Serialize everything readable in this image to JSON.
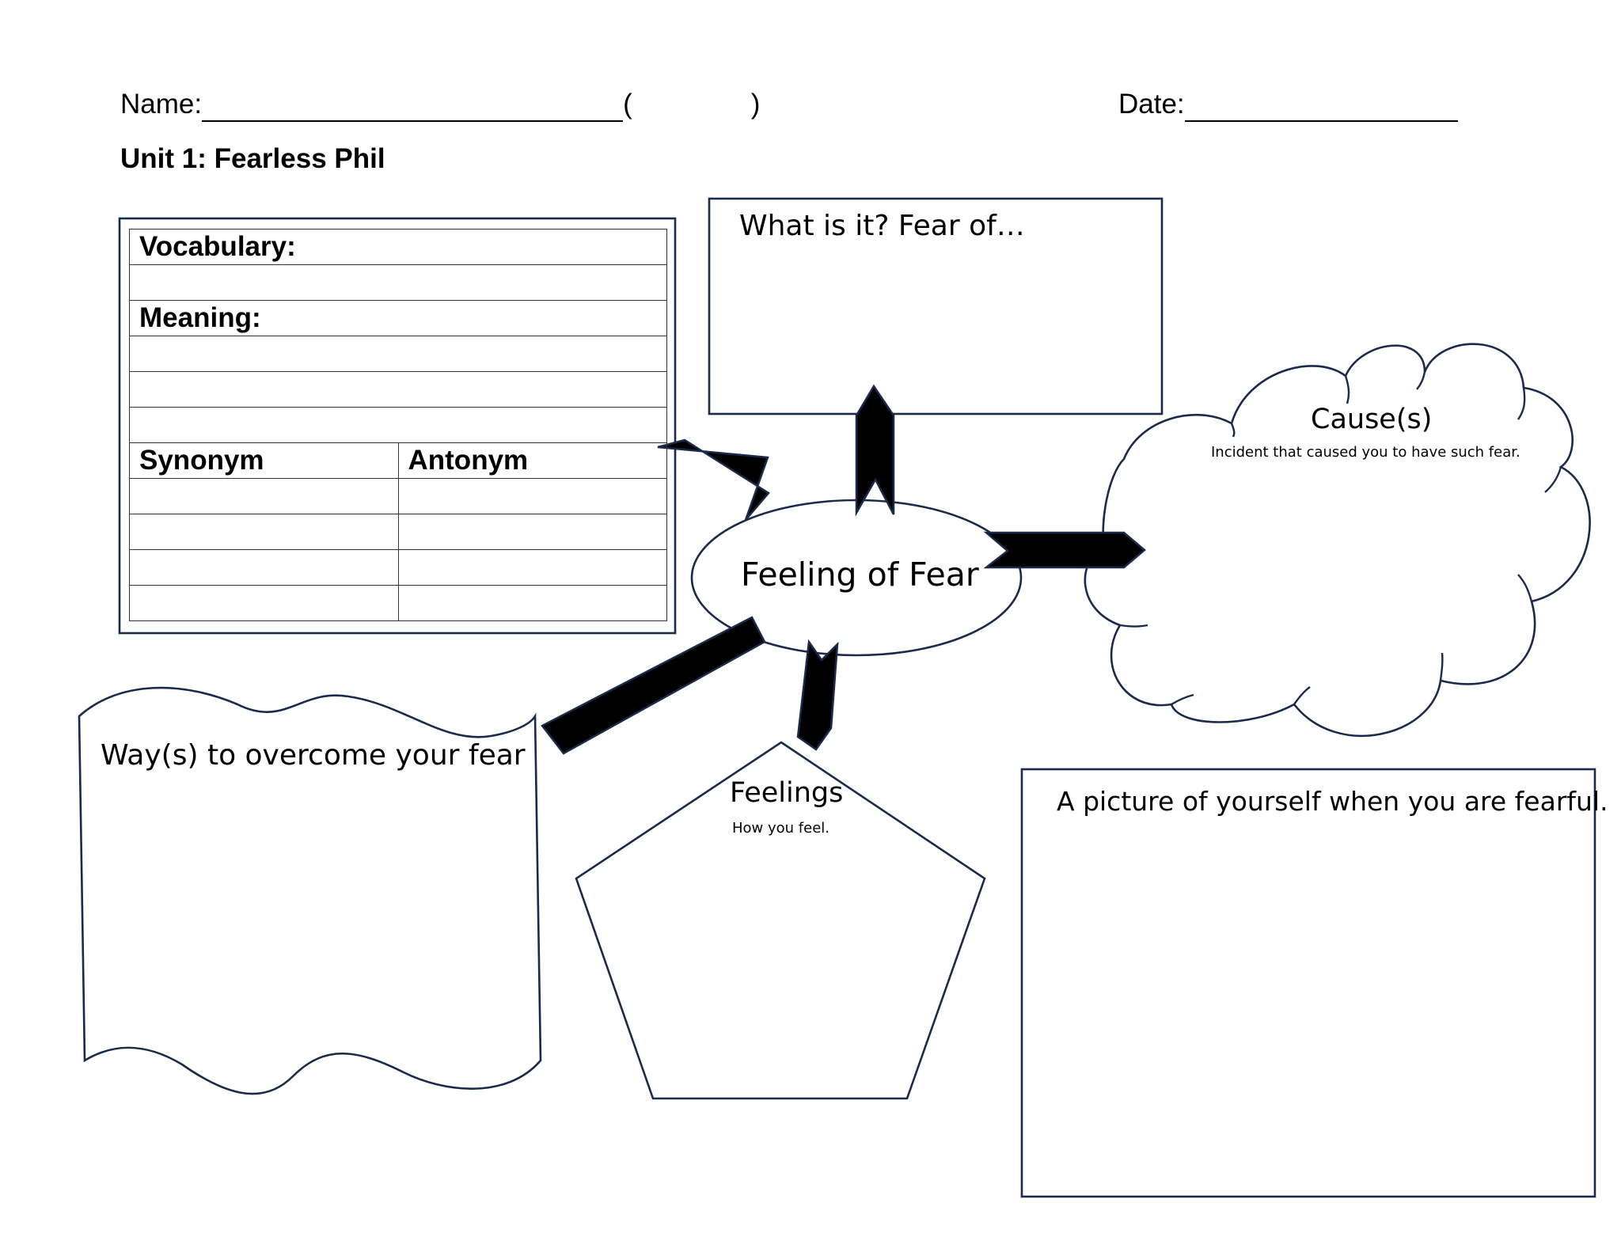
{
  "header": {
    "name_label": "Name:",
    "open_paren": "(",
    "close_paren": ")",
    "date_label": "Date:"
  },
  "unit_title": "Unit 1: Fearless Phil",
  "vocabulary_table": {
    "vocabulary_label": "Vocabulary:",
    "meaning_label": "Meaning:",
    "synonym_header": "Synonym",
    "antonym_header": "Antonym"
  },
  "center_label": "Feeling of Fear",
  "what_box": {
    "title": "What is it? Fear of…"
  },
  "cause_cloud": {
    "title": "Cause(s)",
    "subtitle": "Incident that caused you to have such fear."
  },
  "ways_banner": {
    "title": "Way(s) to overcome your fear"
  },
  "feelings_pentagon": {
    "title": "Feelings",
    "subtitle": "How you feel."
  },
  "picture_box": {
    "title": "A picture of yourself when you are fearful."
  },
  "colors": {
    "outline": "#1b2a4a",
    "arrow_fill": "#000000"
  }
}
